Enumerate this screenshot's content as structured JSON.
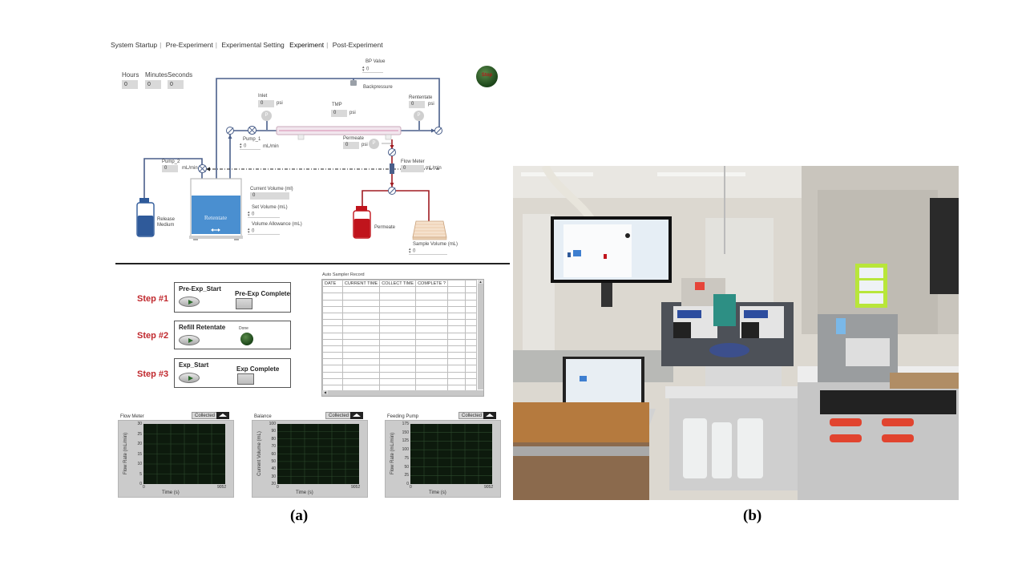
{
  "nav": {
    "tabs": [
      {
        "label": "System Startup"
      },
      {
        "label": "Pre-Experiment"
      },
      {
        "label": "Experimental Setting"
      },
      {
        "label": "Experiment",
        "active": true
      },
      {
        "label": "Post-Experiment"
      }
    ]
  },
  "timer": {
    "hours_label": "Hours",
    "hours_value": "0",
    "minutes_label": "Minutes",
    "minutes_value": "0",
    "seconds_label": "Seconds",
    "seconds_value": "0"
  },
  "status_led": {
    "label": "Stop",
    "color": "#1f4a1c"
  },
  "diagram": {
    "bp_value": {
      "label": "BP Value",
      "value": "0"
    },
    "backpressure_label": "Backpressure",
    "inlet": {
      "label": "Inlet",
      "value": "0",
      "unit": "psi"
    },
    "tmp": {
      "label": "TMP",
      "value": "0",
      "unit": "psi"
    },
    "retentate_pressure": {
      "label": "Rententate",
      "value": "0",
      "unit": "psi"
    },
    "pump_1": {
      "label": "Pump_1",
      "value": "0",
      "unit": "mL/min"
    },
    "pump_2": {
      "label": "Pump_2",
      "value": "0",
      "unit": "mL/min"
    },
    "permeate_pressure": {
      "label": "Permeate",
      "value": "0",
      "unit": "psi"
    },
    "flow_meter": {
      "label": "Flow Meter",
      "value": "0",
      "unit": "mL/min"
    },
    "current_volume": {
      "label": "Current Volume (ml)",
      "value": "0"
    },
    "set_volume": {
      "label": "Set Volume (mL)",
      "value": "0"
    },
    "volume_allowance": {
      "label": "Volume  Allowance (mL)",
      "value": "0"
    },
    "sample_volume": {
      "label": "Sample Volume (mL)",
      "value": "0"
    },
    "retentate_tank_label": "Retentate",
    "release_medium_label": "Release\nMedium",
    "permeate_bottle_label": "Permeate",
    "gauge_glyph": "P",
    "colors": {
      "pipe": "#4a5f8a",
      "permeate_pipe": "#a01c22",
      "tank": "#4a8fd0",
      "medium_bottle": "#2f5a9a",
      "permeate_bottle": "#c0141c"
    }
  },
  "steps": [
    {
      "label": "Step #1",
      "start_button": "Pre-Exp_Start",
      "complete_label": "Pre-Exp Complete",
      "indicator": "button"
    },
    {
      "label": "Step #2",
      "start_button": "Refill Retentate",
      "complete_label": "Done",
      "indicator": "led"
    },
    {
      "label": "Step #3",
      "start_button": "Exp_Start",
      "complete_label": "Exp Complete",
      "indicator": "button"
    }
  ],
  "auto_sampler": {
    "title": "Auto Sampler Record",
    "columns": [
      "DATE",
      "CURRENT TIME",
      "COLLECT TIME",
      "COMPLETE ?",
      "",
      ""
    ],
    "rows": []
  },
  "charts": [
    {
      "title": "Flow Meter",
      "collected_label": "Collected",
      "ylabel": "Flow Rate (mL/min)",
      "xlabel": "Time (s)",
      "yticks": [
        "30",
        "25",
        "20",
        "15",
        "10",
        "5",
        "0"
      ],
      "xticks": [
        "0",
        "9052"
      ]
    },
    {
      "title": "Balance",
      "collected_label": "Collected",
      "ylabel": "Current Volume (mL)",
      "xlabel": "Time (s)",
      "yticks": [
        "100",
        "90",
        "80",
        "70",
        "60",
        "50",
        "40",
        "30",
        "20"
      ],
      "xticks": [
        "0",
        "9052"
      ]
    },
    {
      "title": "Feeding Pump",
      "collected_label": "Collected",
      "ylabel": "Flow Rate (mL/min)",
      "xlabel": "Time (s)",
      "yticks": [
        "175",
        "150",
        "125",
        "100",
        "75",
        "50",
        "25",
        "0"
      ],
      "xticks": [
        "0",
        "9052"
      ]
    }
  ],
  "captions": {
    "a": "(a)",
    "b": "(b)"
  },
  "photo": {
    "description": "Photograph of lab setup with monitor, laptop, peristaltic pumps, balance and auto sampler"
  }
}
